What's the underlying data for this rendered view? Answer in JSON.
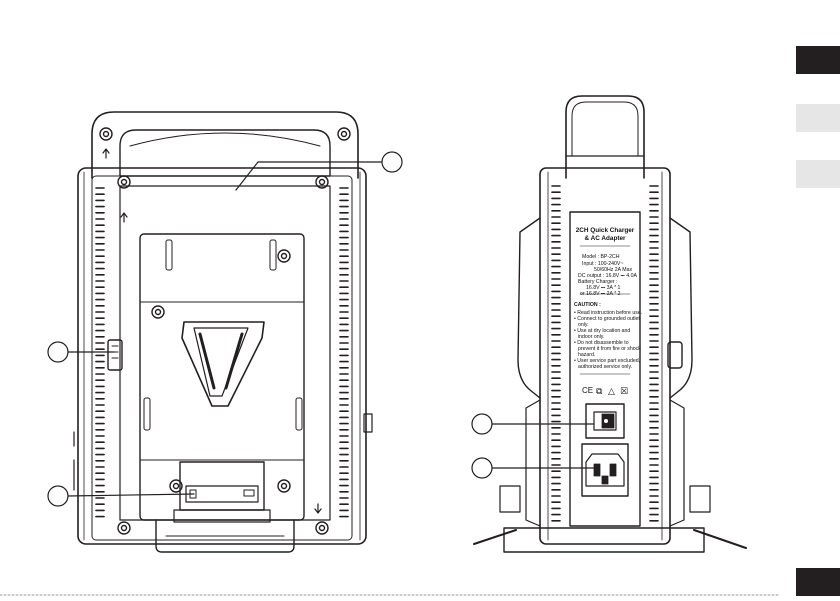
{
  "label": {
    "title_lines": [
      "2CH Quick Charger",
      "& AC Adapter"
    ],
    "spec_lines": [
      "Model : BP-2CH",
      "Input : 100-240V~",
      "50/60Hz 2A Max",
      "DC output : 16.8V ⎓ 4.0A",
      "Battery Charger :",
      "16.8V ⎓ 3A * 1",
      "or 16.8V ⎓ 2A * 2"
    ],
    "caution_title": "CAUTION :",
    "caution_lines": [
      "• Read instruction before use.",
      "• Connect to grounded outlet",
      "only.",
      "• Use at dry location and",
      "indoor only.",
      "• Do not disassemble to",
      "prevent it from fire or shock",
      "hazard.",
      "• User service part excluded,",
      "authorized service only."
    ],
    "cert_marks": [
      "CE",
      "⧉",
      "△",
      "☒"
    ]
  },
  "icons": [
    "up-arrow-icon",
    "down-arrow-icon",
    "v-mount-plate-icon",
    "power-switch-icon",
    "ac-inlet-icon"
  ],
  "colors": {
    "line": "#231f20",
    "tab_dark": "#231f20",
    "tab_light": "#e6e6e6",
    "background": "#ffffff"
  }
}
